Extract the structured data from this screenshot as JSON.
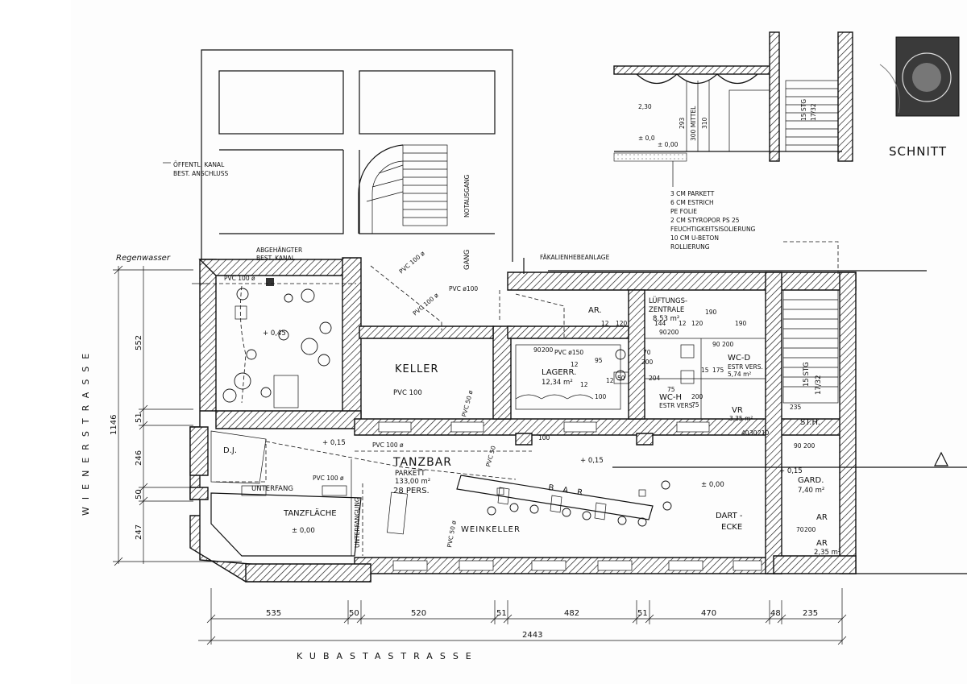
{
  "title": "SCHNITT",
  "streets": {
    "left": "WIENERSTRASSE",
    "bottom": "KUBASTASTRASSE"
  },
  "notes": {
    "kanal_1": "ÖFFENTL. KANAL",
    "kanal_2": "BEST. ANSCHLUSS",
    "abgehaengter_1": "ABGEHÄNGTER",
    "abgehaengter_2": "BEST. KANAL",
    "regenwasser": "Regenwasser",
    "faekalien": "FÄKALIENHEBEANLAGE",
    "notausgang": "NOTAUSGANG",
    "gang": "GANG",
    "unterfang": "UNTERFANG",
    "unterfangung": "UNTERFANGUNG",
    "bar": "B A R",
    "stg_1": "15 STG",
    "stg_2": "17/32"
  },
  "floor_layers": [
    "3 CM PARKETT",
    "6 CM ESTRICH",
    "PE FOLIE",
    "2 CM STYROPOR PS 25",
    "FEUCHTIGKEITSISOLIERUNG",
    "10 CM U-BETON",
    "ROLLIERUNG"
  ],
  "section_dims": {
    "d1": "293",
    "d2": "300 MITTEL",
    "d3": "310",
    "lvl1": "2,30",
    "lvl2": "± 0,0",
    "lvl3": "± 0,00",
    "lvl4": "15 STG",
    "lvl5": "17/32"
  },
  "rooms": {
    "keller": "KELLER",
    "keller_pvc": "PVC 100",
    "tanzbar": "TANZBAR",
    "tanzbar_sub": "PARKETT",
    "tanzbar_area": "133,00 m²",
    "tanzbar_pers": "28 PERS.",
    "dj": "D.J.",
    "tanzflaeche": "TANZFLÄCHE",
    "tanzflaeche_lvl": "± 0,00",
    "weinkeller": "WEINKELLER",
    "dart_1": "DART -",
    "dart_2": "ECKE",
    "dart_lvl": "± 0,00",
    "ar": "AR.",
    "lueftung_1": "LÜFTUNGS-",
    "lueftung_2": "ZENTRALE",
    "lueftung_area": "8,53 m²",
    "lagerr": "LAGERR.",
    "lagerr_area": "12,34 m²",
    "wcd": "WC-D",
    "wcd_sub": "ESTR VERS.",
    "wcd_area": "5,74 m²",
    "wch": "WC-H",
    "wch_sub": "ESTR VERS.",
    "vr": "VR",
    "vr_area": "3,35 m²",
    "sth": "ST.H.",
    "gard": "GARD.",
    "gard_area": "7,40 m²",
    "ar2": "AR",
    "ar3": "AR",
    "ar3_area": "2,35 m²"
  },
  "levels": {
    "plus045": "+ 0,45",
    "plus015a": "+ 0,15",
    "plus015b": "+ 0,15",
    "plus015c": "+ 0,15",
    "pm000": "± 0,00"
  },
  "pipes": {
    "pvc100a": "PVC 100 ø",
    "pvc100b": "PVC ø100",
    "pvc150": "PVC ø150",
    "pvc100c": "PVC 100 ø",
    "pvc50a": "PVC 50 ø",
    "pvc50b": "PVC 50 ø",
    "pvc100d": "PVC 100 ø",
    "pvc100e": "PVC 100 ø",
    "pvc100f": "PVC 100 ø",
    "pvc50c": "PVC 50"
  },
  "dims_bottom": [
    "535",
    "50",
    "520",
    "51",
    "482",
    "51",
    "470",
    "48",
    "235"
  ],
  "dim_total": "2443",
  "dims_left": [
    "552",
    "51",
    "246",
    "50",
    "247"
  ],
  "dim_left_total": "1146",
  "dims_inner": [
    "12",
    "120",
    "144",
    "12",
    "120",
    "190",
    "90",
    "200",
    "95",
    "12",
    "50",
    "204",
    "70",
    "200",
    "75",
    "200",
    "15",
    "175",
    "40",
    "30",
    "210",
    "235",
    "90",
    "200",
    "70",
    "200",
    "100",
    "75",
    "90",
    "200",
    "190",
    "12",
    "100",
    "12",
    "90",
    "200"
  ]
}
